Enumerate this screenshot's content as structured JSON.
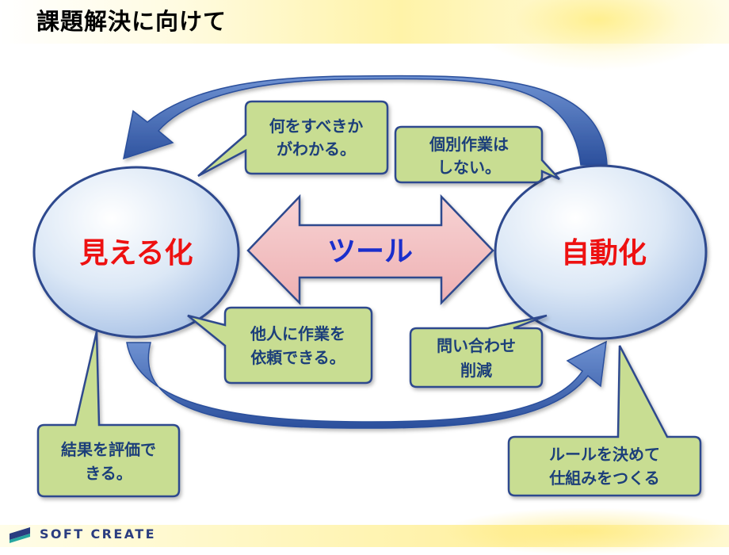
{
  "title": "課題解決に向けて",
  "nodes": {
    "left": "見える化",
    "right": "自動化"
  },
  "center_arrow": "ツール",
  "callouts": {
    "top_left": [
      "何をすべきか",
      "がわかる。"
    ],
    "top_right": [
      "個別作業は",
      "しない。"
    ],
    "mid_left": [
      "他人に作業を",
      "依頼できる。"
    ],
    "mid_right": [
      "問い合わせ",
      "削減"
    ],
    "bottom_left": [
      "結果を評価で",
      "きる。"
    ],
    "bottom_right": [
      "ルールを決めて",
      "仕組みをつくる"
    ]
  },
  "footer": {
    "logo_text": "SOFT CREATE"
  },
  "colors": {
    "node_label": "#ee1111",
    "tool_label": "#1a2ecc",
    "callout_fill": "#c8dd92",
    "callout_stroke": "#2e4a8e",
    "loop_arrow": "#3a64b6",
    "center_arrow_fill": "#f2bdbf",
    "logo": "#2a3d80"
  }
}
